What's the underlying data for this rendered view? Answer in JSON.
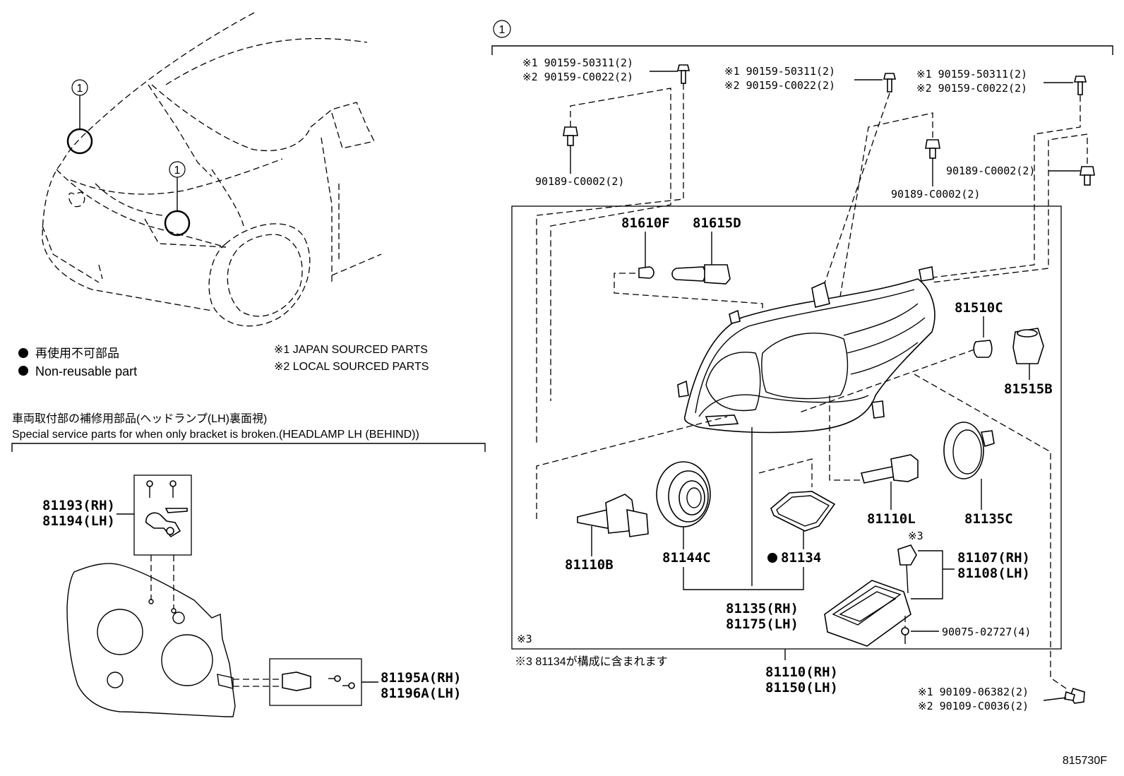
{
  "diagram_id": "815730F",
  "callout": "1",
  "legend": {
    "non_reusable_jp": "再使用不可部品",
    "non_reusable_en": "Non-reusable part",
    "note1": "※1 JAPAN SOURCED PARTS",
    "note2": "※2 LOCAL SOURCED PARTS"
  },
  "bracket_section": {
    "title_jp": "車両取付部の補修用部品(ヘッドランプ(LH)裏面視)",
    "title_en": "Special service parts for when only bracket is broken.(HEADLAMP LH (BEHIND))",
    "p81193": "81193(RH)",
    "p81194": "81194(LH)",
    "p81195A": "81195A(RH)",
    "p81196A": "81196A(LH)"
  },
  "parts": {
    "bolt_left_1": "※1 90159-50311(2)",
    "bolt_left_2": "※2 90159-C0022(2)",
    "bolt_mid_1": "※1 90159-50311(2)",
    "bolt_mid_2": "※2 90159-C0022(2)",
    "bolt_right_1": "※1 90159-50311(2)",
    "bolt_right_2": "※2 90159-C0022(2)",
    "clip_left": "90189-C0002(2)",
    "clip_mid": "90189-C0002(2)",
    "clip_right": "90189-C0002(2)",
    "p81610F": "81610F",
    "p81615D": "81615D",
    "p81510C": "81510C",
    "p81515B": "81515B",
    "p81110B": "81110B",
    "p81144C": "81144C",
    "p81134": "81134",
    "p81110L": "81110L",
    "p81135C": "81135C",
    "note3": "※3",
    "p81107": "81107(RH)",
    "p81108": "81108(LH)",
    "p90075": "90075-02727(4)",
    "p81135": "81135(RH)",
    "p81175": "81175(LH)",
    "p81110": "81110(RH)",
    "p81150": "81150(LH)",
    "bottom_bolt_1": "※1 90109-06382(2)",
    "bottom_bolt_2": "※2 90109-C0036(2)",
    "footnote3": "※3 81134が構成に含まれます"
  }
}
